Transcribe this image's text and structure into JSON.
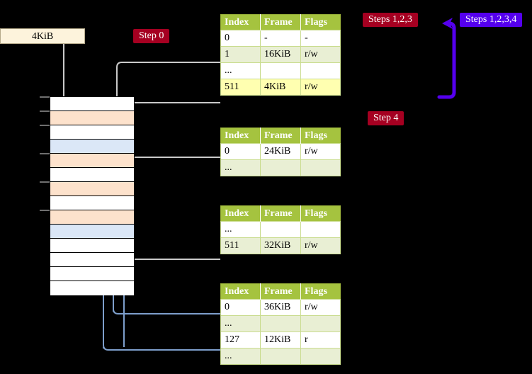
{
  "diagram": {
    "title_badges": [
      {
        "id": "step0",
        "label": "Step 0",
        "color": "#a50021"
      },
      {
        "id": "step123",
        "label": "Steps 1,2,3",
        "color": "#a50021"
      },
      {
        "id": "step4",
        "label": "Step 4",
        "color": "#a50021"
      },
      {
        "id": "step1234",
        "label": "Steps 1,2,3,4",
        "color": "#5500ee"
      }
    ],
    "size_label": "4KiB",
    "colors": {
      "table_header": "#a5c33f",
      "table_alt_row": "#e9efd4",
      "table_highlight_row": "#ffffb0",
      "memory_peach": "#fde2cc",
      "memory_blue": "#dbe7f7",
      "badge_crimson": "#a50021",
      "badge_violet": "#5500ee",
      "connector_gray": "#c9c9c9",
      "connector_blue": "#7d9ecb",
      "callout_fill": "#fdf3dc"
    },
    "memory_rows": [
      {
        "index": 0,
        "fill": "white"
      },
      {
        "index": 1,
        "fill": "peach"
      },
      {
        "index": 2,
        "fill": "white"
      },
      {
        "index": 3,
        "fill": "blue"
      },
      {
        "index": 4,
        "fill": "peach"
      },
      {
        "index": 5,
        "fill": "white"
      },
      {
        "index": 6,
        "fill": "peach"
      },
      {
        "index": 7,
        "fill": "white"
      },
      {
        "index": 8,
        "fill": "peach"
      },
      {
        "index": 9,
        "fill": "blue"
      },
      {
        "index": 10,
        "fill": "white"
      },
      {
        "index": 11,
        "fill": "white"
      },
      {
        "index": 12,
        "fill": "white"
      },
      {
        "index": 13,
        "fill": "white"
      }
    ],
    "tables": [
      {
        "id": "table-0",
        "headers": [
          "Index",
          "Frame",
          "Flags"
        ],
        "rows": [
          {
            "cells": [
              "0",
              "-",
              "-"
            ],
            "style": "plain"
          },
          {
            "cells": [
              "1",
              "16KiB",
              "r/w"
            ],
            "style": "alt"
          },
          {
            "cells": [
              "...",
              "",
              ""
            ],
            "style": "plain"
          },
          {
            "cells": [
              "511",
              "4KiB",
              "r/w"
            ],
            "style": "hl"
          }
        ]
      },
      {
        "id": "table-1",
        "headers": [
          "Index",
          "Frame",
          "Flags"
        ],
        "rows": [
          {
            "cells": [
              "0",
              "24KiB",
              "r/w"
            ],
            "style": "plain"
          },
          {
            "cells": [
              "...",
              "",
              ""
            ],
            "style": "alt"
          }
        ]
      },
      {
        "id": "table-2",
        "headers": [
          "Index",
          "Frame",
          "Flags"
        ],
        "rows": [
          {
            "cells": [
              "...",
              "",
              ""
            ],
            "style": "plain"
          },
          {
            "cells": [
              "511",
              "32KiB",
              "r/w"
            ],
            "style": "alt"
          }
        ]
      },
      {
        "id": "table-3",
        "headers": [
          "Index",
          "Frame",
          "Flags"
        ],
        "rows": [
          {
            "cells": [
              "0",
              "36KiB",
              "r/w"
            ],
            "style": "plain"
          },
          {
            "cells": [
              "...",
              "",
              ""
            ],
            "style": "alt"
          },
          {
            "cells": [
              "127",
              "12KiB",
              "r"
            ],
            "style": "plain"
          },
          {
            "cells": [
              "...",
              "",
              ""
            ],
            "style": "alt"
          }
        ]
      }
    ]
  }
}
